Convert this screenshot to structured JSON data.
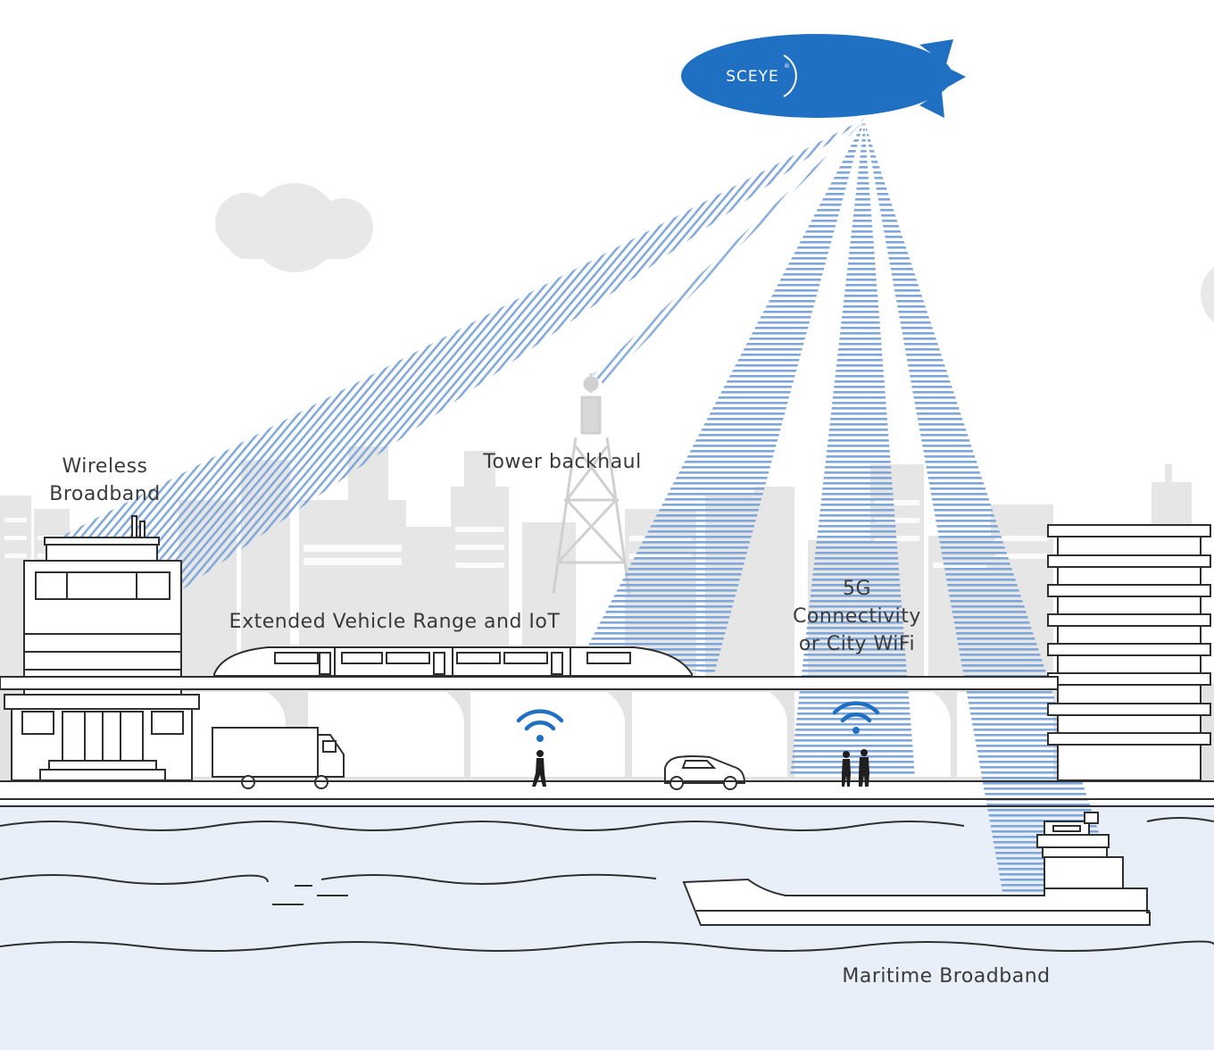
{
  "colors": {
    "sky": "#ffffff",
    "skyline": "#e3e3e3",
    "skyline_light": "#eeeeee",
    "cloud": "#e8e8e8",
    "water": "#e9eff8",
    "line": "#2f2f2f",
    "beam": "#7ea6d9",
    "brand_blue": "#1f6fc2",
    "label": "#3a3a3a"
  },
  "airship": {
    "logo_text": "SCEYE",
    "logo_mark": "®"
  },
  "labels": {
    "wireless_line1": "Wireless",
    "wireless_line2": "Broadband",
    "tower": "Tower backhaul",
    "vehicle": "Extended Vehicle Range and IoT",
    "fiveg_line1": "5G",
    "fiveg_line2": "Connectivity",
    "fiveg_line3": "or City WiFi",
    "maritime": "Maritime Broadband"
  },
  "icons": [
    "wifi-icon",
    "person-icon",
    "truck-icon",
    "car-icon",
    "ship-icon",
    "train-icon",
    "tower-icon",
    "airship-icon"
  ]
}
